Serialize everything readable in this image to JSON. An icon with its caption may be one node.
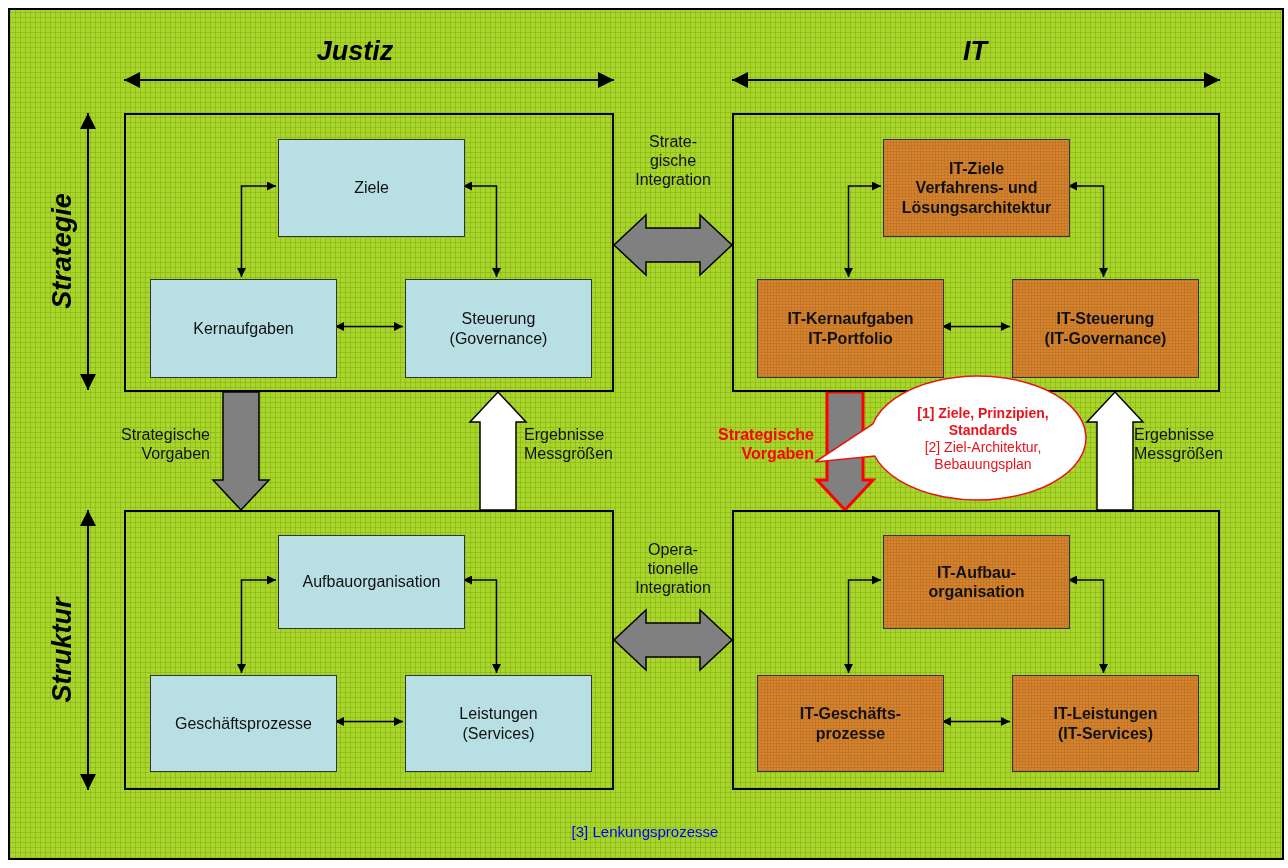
{
  "diagram": {
    "nodes": [
      {
        "text": [],
        "shape": "box"
      },
      {
        "text": [
          "Ziele"
        ],
        "in": 0
      },
      {
        "text": [
          "Kernaufgaben"
        ],
        "in": 0
      },
      {
        "text": [
          "Steuerung (Governance)"
        ],
        "in": 0
      },
      {
        "text": [],
        "shape": "box"
      },
      {
        "text": [
          "IT-Ziele",
          "Verfahrens- und Lösungsarchitektur"
        ],
        "in": 4
      },
      {
        "text": [
          "IT-Kernaufgaben",
          "IT-Portfolio"
        ],
        "in": 4
      },
      {
        "text": [
          "IT-Steuerung",
          "(IT-Governance)"
        ],
        "in": 4
      },
      {
        "text": [],
        "shape": "box"
      },
      {
        "text": [
          "Aufbauorganisation"
        ],
        "in": 8
      },
      {
        "text": [
          "Geschäftsprozesse"
        ],
        "in": 8
      },
      {
        "text": [
          "Leistungen (Services)"
        ],
        "in": 8
      },
      {
        "text": [],
        "shape": "box"
      },
      {
        "text": [
          "IT-Aufbau- organisation"
        ],
        "in": 12
      },
      {
        "text": [
          "IT-Geschäfts- prozesse"
        ],
        "in": 12
      },
      {
        "text": [
          "IT-Leistungen (IT-Services)"
        ],
        "in": 12
      },
      {
        "text": [
          "[1] Ziele, Prinzipien, Standards",
          "[2] Ziel-Architektur, Bebauungsplan"
        ]
      }
    ],
    "edges": [
      {
        "from": 1,
        "to": 2,
        "arrow": "both"
      },
      {
        "from": 1,
        "to": 3,
        "arrow": "both"
      },
      {
        "from": 2,
        "to": 3,
        "arrow": "both"
      },
      {
        "from": 5,
        "to": 6,
        "arrow": "both"
      },
      {
        "from": 5,
        "to": 7,
        "arrow": "both"
      },
      {
        "from": 6,
        "to": 7,
        "arrow": "both"
      },
      {
        "from": 9,
        "to": 10,
        "arrow": "both"
      },
      {
        "from": 9,
        "to": 11,
        "arrow": "both"
      },
      {
        "from": 10,
        "to": 11,
        "arrow": "both"
      },
      {
        "from": 13,
        "to": 14,
        "arrow": "both"
      },
      {
        "from": 13,
        "to": 15,
        "arrow": "both"
      },
      {
        "from": 14,
        "to": 15,
        "arrow": "both"
      },
      {
        "from": 0,
        "to": 4,
        "arrow": "both",
        "style": "thick",
        "label": "Strate- gische Integration"
      },
      {
        "from": 8,
        "to": 12,
        "arrow": "both",
        "style": "thick",
        "label": "Opera- tionelle Integration"
      },
      {
        "from": 0,
        "to": 8,
        "arrow": "to",
        "style": "thick",
        "label": "Strategische Vorgaben"
      },
      {
        "from": 8,
        "to": 0,
        "arrow": "to",
        "style": "thick",
        "color": "#ffffff",
        "label": "Ergebnisse Messgrößen"
      },
      {
        "from": 4,
        "to": 12,
        "arrow": "to",
        "style": "thick",
        "color": "#ff0000",
        "label": "Strategische Vorgaben"
      },
      {
        "from": 12,
        "to": 4,
        "arrow": "to",
        "style": "thick",
        "color": "#ffffff",
        "label": "Ergebnisse Messgrößen"
      }
    ],
    "labels": [
      "Justiz",
      "IT",
      "Strategie",
      "Struktur",
      "[3] Lenkungsprozesse"
    ]
  }
}
